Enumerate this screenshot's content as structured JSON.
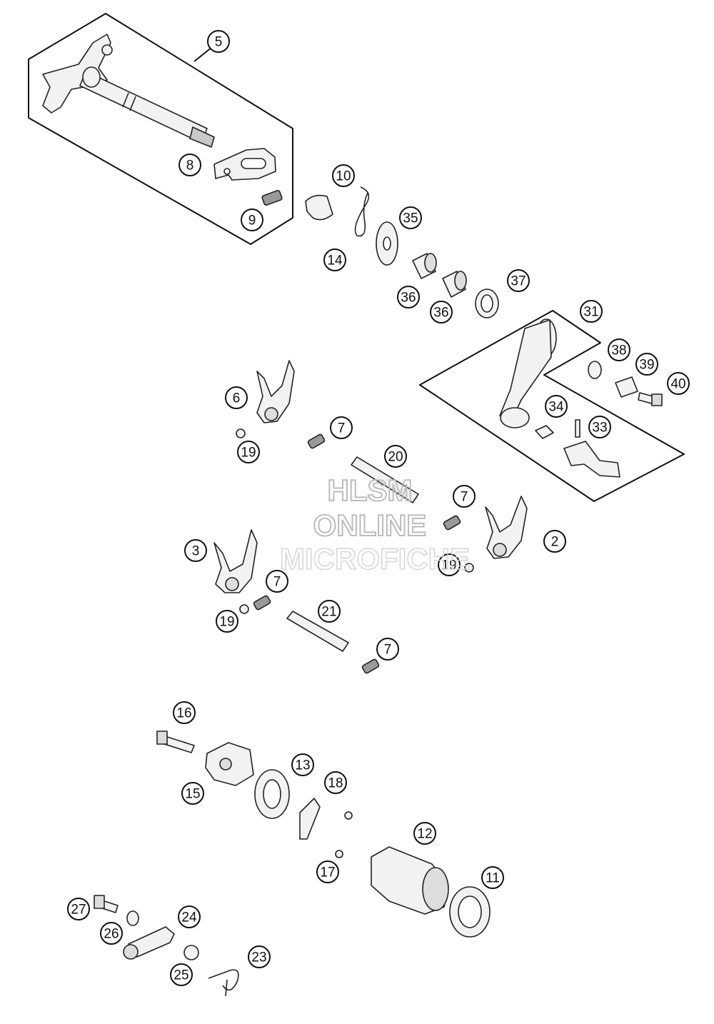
{
  "watermark": {
    "line1": "HLSM",
    "line2": "ONLINE",
    "line3": "MICROFICHE"
  },
  "callouts": [
    "5",
    "8",
    "9",
    "10",
    "14",
    "35",
    "36",
    "36",
    "37",
    "31",
    "38",
    "39",
    "40",
    "6",
    "7",
    "19",
    "20",
    "34",
    "33",
    "7",
    "3",
    "7",
    "2",
    "19",
    "19",
    "21",
    "7",
    "16",
    "13",
    "18",
    "15",
    "12",
    "17",
    "11",
    "27",
    "24",
    "26",
    "23",
    "25"
  ],
  "colors": {
    "line": "#111111",
    "part_fill": "#f2f2f2",
    "part_shade": "#c8c8c8",
    "watermark": "#bcbcbc"
  }
}
